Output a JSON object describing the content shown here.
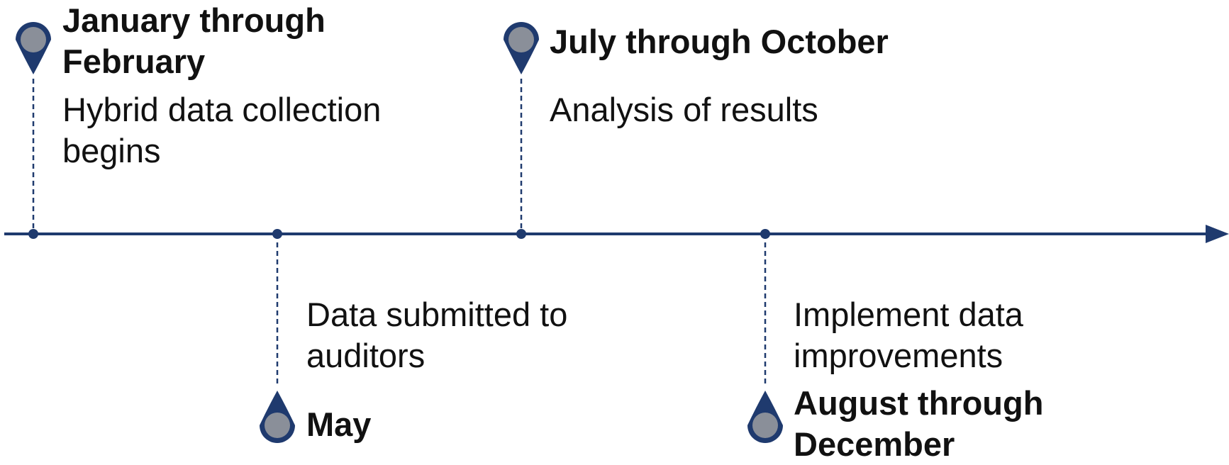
{
  "timeline": {
    "accent_color": "#1f3a6e",
    "marker_fill": "#8a8f99",
    "events": [
      {
        "title_lines": [
          "January through",
          "February"
        ],
        "desc_lines": [
          "Hybrid data collection",
          "begins"
        ],
        "side": "top"
      },
      {
        "title_lines": [
          "May"
        ],
        "desc_lines": [
          "Data submitted to",
          "auditors"
        ],
        "side": "bottom"
      },
      {
        "title_lines": [
          "July through October"
        ],
        "desc_lines": [
          "Analysis of results"
        ],
        "side": "top"
      },
      {
        "title_lines": [
          "August through",
          "December"
        ],
        "desc_lines": [
          "Implement data",
          "improvements"
        ],
        "side": "bottom"
      }
    ]
  }
}
